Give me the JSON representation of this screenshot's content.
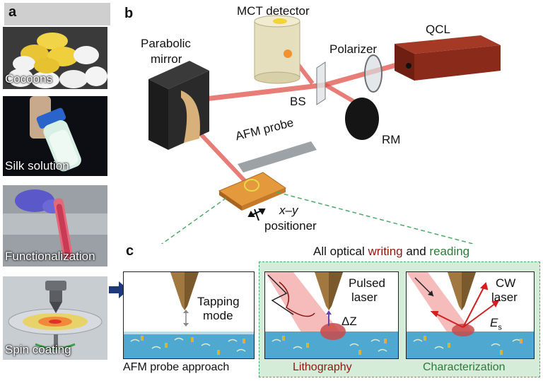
{
  "panel_a": {
    "letter": "a",
    "photos": [
      {
        "label": "Cocoons",
        "icon": "cocoons-photo"
      },
      {
        "label": "Silk solution",
        "icon": "silk-solution-photo"
      },
      {
        "label": "Functionalization",
        "icon": "functionalization-photo"
      },
      {
        "label": "Spin coating",
        "icon": "spin-coating-illustration"
      }
    ]
  },
  "panel_b": {
    "letter": "b",
    "labels": {
      "mct": "MCT detector",
      "qcl": "QCL",
      "parabolic": "Parabolic",
      "mirror": "mirror",
      "polarizer": "Polarizer",
      "bs": "BS",
      "rm": "RM",
      "afm_probe": "AFM probe",
      "xy": "x–y",
      "positioner": "positioner"
    },
    "colors": {
      "beam": "#e0504a",
      "qcl_box": "#8a2a1a",
      "detector": "#e6dfbd"
    }
  },
  "panel_c": {
    "letter": "c",
    "heading_prefix": "All optical ",
    "heading_writing": "writing",
    "heading_and": " and ",
    "heading_reading": "reading",
    "tapping": "Tapping",
    "mode": "mode",
    "pulsed": "Pulsed",
    "pulsed_laser": "laser",
    "delta_z": "ΔZ",
    "cw": "CW",
    "cw_laser": "laser",
    "es_main": "E",
    "es_sub": "s",
    "caption_approach": "AFM probe approach",
    "caption_lithography": "Lithography",
    "caption_characterization": "Characterization",
    "colors": {
      "writing": "#8b1a10",
      "reading": "#2d7a3a",
      "green_box": "#d5ecd8",
      "arrow": "#1f3a7a"
    }
  }
}
